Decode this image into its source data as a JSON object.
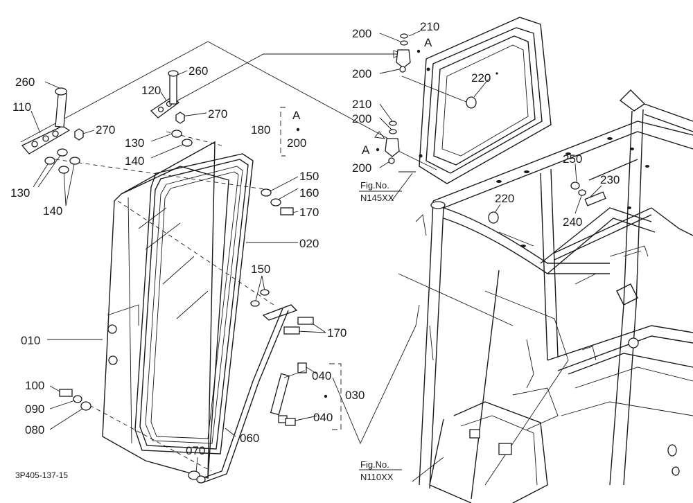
{
  "labels": {
    "p260a": "260",
    "p110": "110",
    "p260b": "260",
    "p120": "120",
    "p270a": "270",
    "p270b": "270",
    "p130a": "130",
    "p140a": "140",
    "p130b": "130",
    "p140b": "140",
    "p180": "180",
    "pA1": "A",
    "p200a": "200",
    "p150a": "150",
    "p160": "160",
    "p170a": "170",
    "p020": "020",
    "p150b": "150",
    "p170b": "170",
    "p010": "010",
    "p040a": "040",
    "p030": "030",
    "p040b": "040",
    "p100": "100",
    "p090": "090",
    "p080": "080",
    "p060": "060",
    "p070": "070",
    "p200b": "200",
    "p210a": "210",
    "pA2": "A",
    "p200c": "200",
    "p220a": "220",
    "p210b": "210",
    "p200d": "200",
    "pA3": "A",
    "p200e": "200",
    "p250": "250",
    "p230": "230",
    "p220b": "220",
    "p240": "240"
  },
  "figures": {
    "fig1_label": "Fig.No.",
    "fig1_code": "N145XX",
    "fig2_label": "Fig.No.",
    "fig2_code": "N110XX"
  },
  "footer": {
    "drawing_id": "3P405-137-15"
  }
}
